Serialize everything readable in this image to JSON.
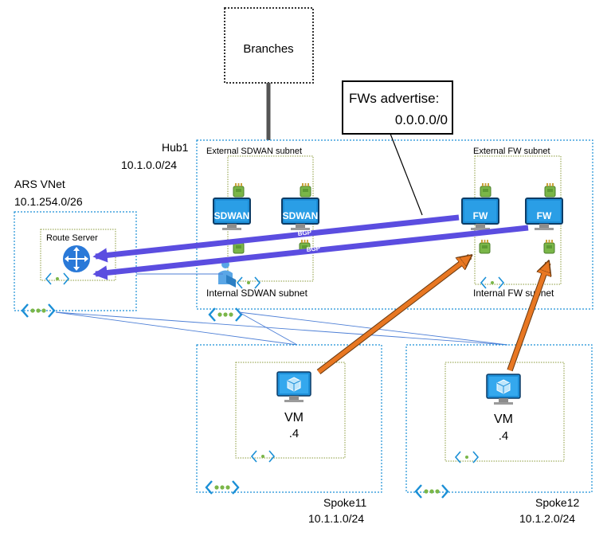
{
  "branches": {
    "label": "Branches"
  },
  "callout": {
    "line1": "FWs advertise:",
    "line2": "0.0.0.0/0"
  },
  "hub": {
    "name": "Hub1",
    "cidr": "10.1.0.0/24"
  },
  "ars": {
    "name": "ARS VNet",
    "cidr": "10.1.254.0/26",
    "route_server_label": "Route Server"
  },
  "subnets": {
    "external_sdwan": "External SDWAN subnet",
    "internal_sdwan": "Internal SDWAN subnet",
    "external_fw": "External FW subnet",
    "internal_fw": "Internal FW subnet"
  },
  "appliances": {
    "sdwan1": "SDWAN",
    "sdwan2": "SDWAN",
    "fw1": "FW",
    "fw2": "FW"
  },
  "bgp": {
    "label1": "BGP",
    "label2": "BGP"
  },
  "spoke11": {
    "name": "Spoke11",
    "cidr": "10.1.1.0/24",
    "vm_label": "VM",
    "vm_ip": ".4"
  },
  "spoke12": {
    "name": "Spoke12",
    "cidr": "10.1.2.0/24",
    "vm_label": "VM",
    "vm_ip": ".4"
  },
  "colors": {
    "vnet_border": "#1a8fd6",
    "subnet_border": "#8a9a3a",
    "bgp_arrow": "#5b4de0",
    "traffic_arrow": "#e87722",
    "peering_line": "#4d7fd6",
    "monitor_blue": "#1e8fd8",
    "nic_green": "#7ab648"
  },
  "icons": [
    "router-icon",
    "vnet-icon",
    "subnet-icon",
    "monitor-icon",
    "nic-icon",
    "vm-cube-icon",
    "user-icon"
  ]
}
